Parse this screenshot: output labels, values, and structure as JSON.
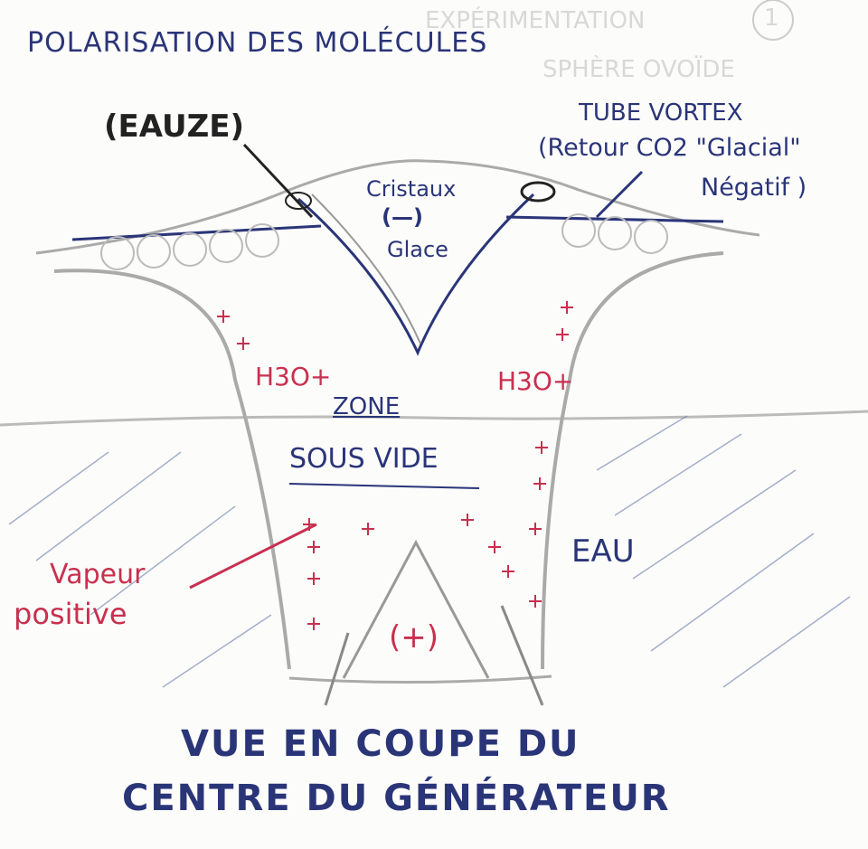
{
  "title": "POLARISATION DES MOLÉCULES",
  "page_number": "1",
  "faded_notes": [
    "EXPÉRIMENTATION",
    "SPHÈRE OVOÏDE"
  ],
  "labels": {
    "eauze": "(EAUZE)",
    "tube_vortex": "TUBE VORTEX",
    "retour": "(Retour CO2 \"Glacial\"",
    "negatif": "Négatif )",
    "cristaux": "Cristaux",
    "minus": "(—)",
    "glace": "Glace",
    "h3o_left": "H3O+",
    "h3o_right": "H3O+",
    "zone": "ZONE",
    "sous_vide": "SOUS VIDE",
    "eau": "EAU",
    "vapeur": "Vapeur",
    "positive": "positive",
    "plus": "(+)"
  },
  "caption": [
    "VUE EN COUPE DU",
    "CENTRE DU GÉNÉRATEUR"
  ],
  "colors": {
    "blue_ink": "#2a3578",
    "red_ink": "#c8304e",
    "pencil": "#9a9a9a"
  }
}
